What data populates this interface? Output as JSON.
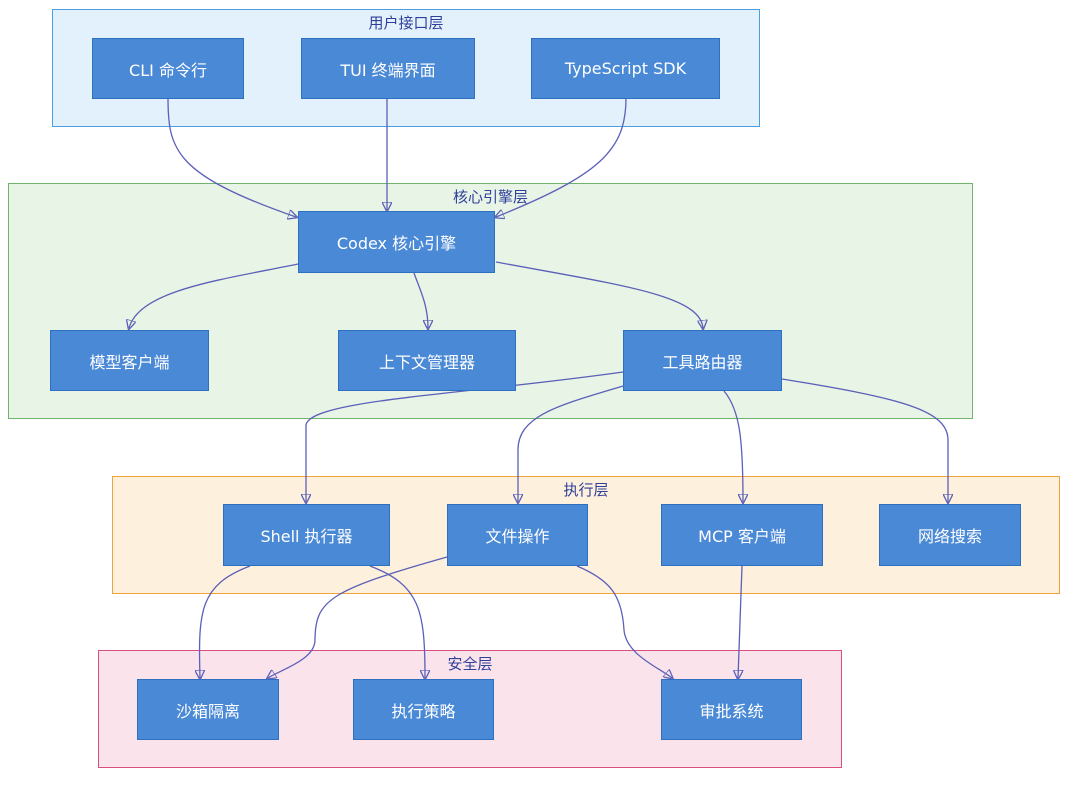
{
  "layers": {
    "user": {
      "title": "用户接口层",
      "color": "#e3f1fc"
    },
    "core": {
      "title": "核心引擎层",
      "color": "#e7f4e6"
    },
    "exec": {
      "title": "执行层",
      "color": "#fdf0dc"
    },
    "security": {
      "title": "安全层",
      "color": "#fbe3ec"
    }
  },
  "nodes": {
    "cli": "CLI 命令行",
    "tui": "TUI 终端界面",
    "sdk": "TypeScript SDK",
    "codex": "Codex 核心引擎",
    "model": "模型客户端",
    "context": "上下文管理器",
    "router": "工具路由器",
    "shell": "Shell 执行器",
    "file": "文件操作",
    "mcp": "MCP 客户端",
    "web": "网络搜索",
    "sandbox": "沙箱隔离",
    "policy": "执行策略",
    "approval": "审批系统"
  },
  "edges": [
    [
      "cli",
      "codex"
    ],
    [
      "tui",
      "codex"
    ],
    [
      "sdk",
      "codex"
    ],
    [
      "codex",
      "model"
    ],
    [
      "codex",
      "context"
    ],
    [
      "codex",
      "router"
    ],
    [
      "router",
      "shell"
    ],
    [
      "router",
      "file"
    ],
    [
      "router",
      "mcp"
    ],
    [
      "router",
      "web"
    ],
    [
      "shell",
      "sandbox"
    ],
    [
      "shell",
      "policy"
    ],
    [
      "file",
      "sandbox"
    ],
    [
      "file",
      "approval"
    ],
    [
      "mcp",
      "approval"
    ]
  ]
}
